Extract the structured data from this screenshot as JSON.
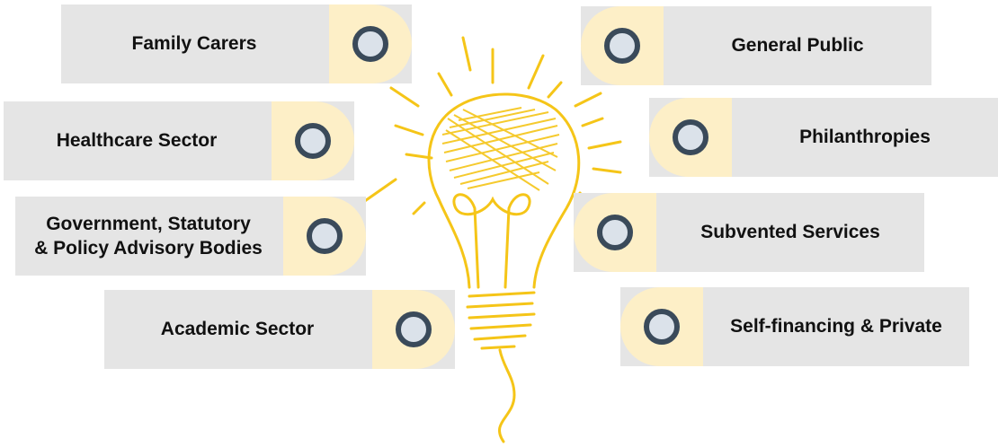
{
  "stakeholders_left": [
    {
      "label": "Family Carers",
      "icon": "ring-icon"
    },
    {
      "label": "Healthcare Sector",
      "icon": "ring-icon"
    },
    {
      "label": "Government, Statutory\n& Policy Advisory Bodies",
      "icon": "ring-icon"
    },
    {
      "label": "Academic Sector",
      "icon": "ring-icon"
    }
  ],
  "stakeholders_right": [
    {
      "label": "General Public",
      "icon": "ring-icon"
    },
    {
      "label": "Philanthropies",
      "icon": "ring-icon"
    },
    {
      "label": "Subvented Services",
      "icon": "ring-icon"
    },
    {
      "label": "Self-financing & Private",
      "icon": "ring-icon"
    }
  ],
  "colors": {
    "box": "#e5e5e5",
    "tab": "#fdefc7",
    "ring": "#3a4a5a",
    "bulb": "#f5c518"
  },
  "center_icon": "lightbulb-icon"
}
